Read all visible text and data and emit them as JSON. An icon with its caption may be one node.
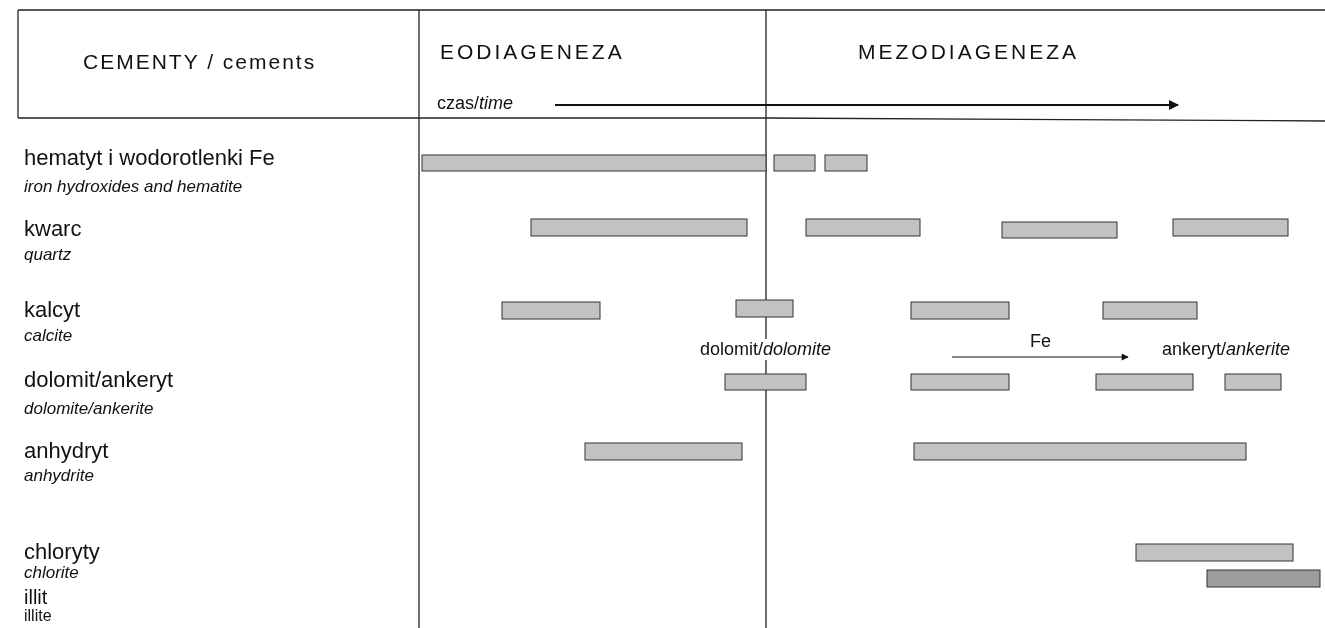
{
  "diagram": {
    "labels": [
      "CEMENTY / cements",
      "EODIAGENEZA",
      "MEZODIAGENEZA",
      "czas/*time*",
      "hematyt i wodorotlenki Fe",
      "iron hydroxides and hematite",
      "kwarc",
      "quartz",
      "kalcyt",
      "calcite",
      "dolomit/*dolomite*",
      "Fe",
      "ankeryt/*ankerite*",
      "dolomit/ankeryt",
      "dolomite/ankerite",
      "anhydryt",
      "anhydrite",
      "chloryty",
      "chlorite",
      "illit",
      "illite"
    ]
  }
}
